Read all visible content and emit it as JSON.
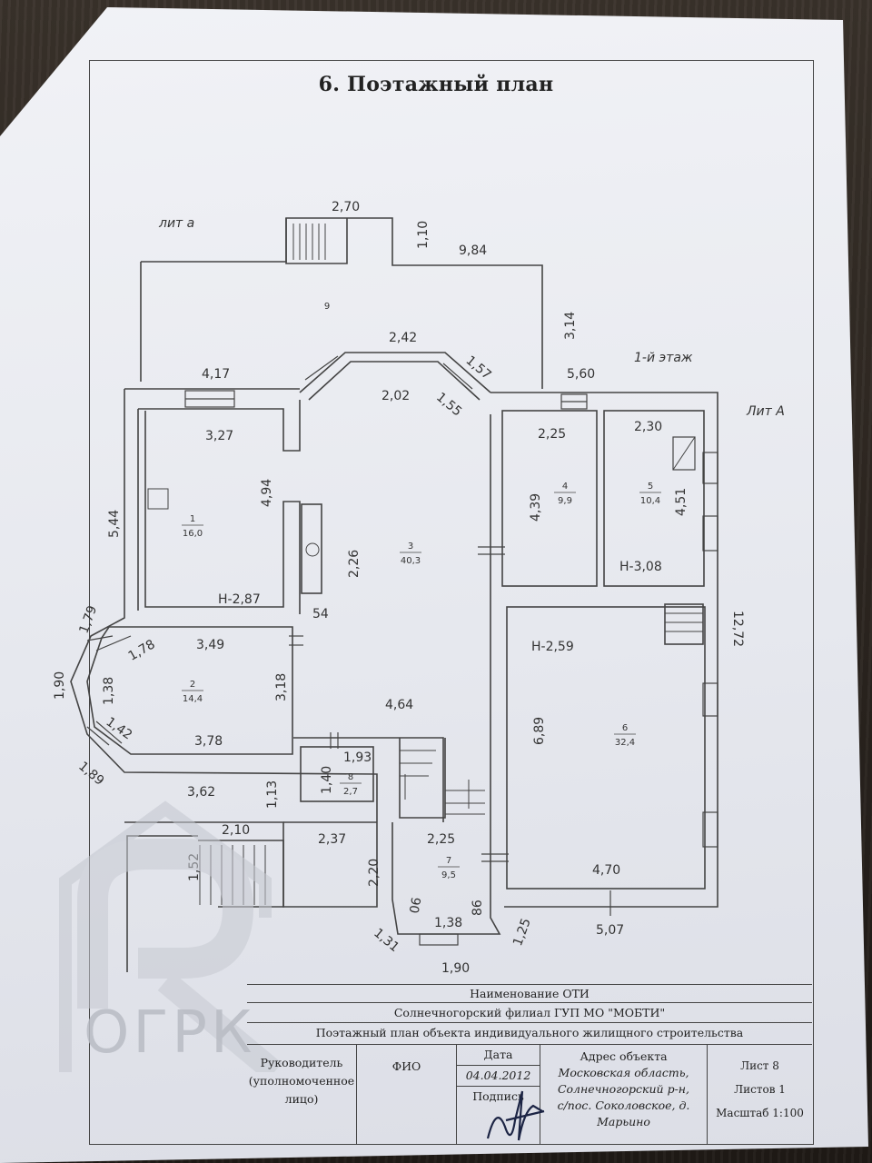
{
  "document": {
    "title": "6. Поэтажный план"
  },
  "plan": {
    "labels": {
      "lit_a_small": "лит а",
      "floor": "1-й этаж",
      "lit_a_big": "Лит А"
    },
    "dimensions": {
      "d270": "2,70",
      "d110": "1,10",
      "d984": "9,84",
      "d314": "3,14",
      "d242": "2,42",
      "d157": "1,57",
      "d417": "4,17",
      "d202": "2,02",
      "d155": "1,55",
      "d560": "5,60",
      "d327": "3,27",
      "d494": "4,94",
      "d544": "5,44",
      "d226": "2,26",
      "d287": "Н-2,87",
      "d54": "54",
      "d225a": "2,25",
      "d230": "2,30",
      "d439": "4,39",
      "d451": "4,51",
      "d308": "Н-3,08",
      "d1272": "12,72",
      "d179": "1,79",
      "d178": "1,78",
      "d349": "3,49",
      "d259": "Н-2,59",
      "d190a": "1,90",
      "d138a": "1,38",
      "d318": "3,18",
      "d464": "4,64",
      "d689": "6,89",
      "d142": "1,42",
      "d378": "3,78",
      "d193": "1,93",
      "d140": "1,40",
      "d189": "1,89",
      "d362": "3,62",
      "d113": "1,13",
      "d210": "2,10",
      "d237": "2,37",
      "d225b": "2,25",
      "d152": "1,52",
      "d220": "2,20",
      "d470": "4,70",
      "d90": "90",
      "d86": "86",
      "d138b": "1,38",
      "d507": "5,07",
      "d131": "1,31",
      "d125": "1,25",
      "d190b": "1,90"
    },
    "rooms": [
      {
        "no": "1",
        "area": "16,0"
      },
      {
        "no": "2",
        "area": "14,4"
      },
      {
        "no": "3",
        "area": "40,3"
      },
      {
        "no": "4",
        "area": "9,9"
      },
      {
        "no": "5",
        "area": "10,4"
      },
      {
        "no": "6",
        "area": "32,4"
      },
      {
        "no": "7",
        "area": "9,5"
      },
      {
        "no": "8",
        "area": "2,7"
      },
      {
        "no": "9",
        "area": ""
      }
    ]
  },
  "stamp": {
    "oti_label": "Наименование ОТИ",
    "branch": "Солнечногорский филиал ГУП МО \"МОБТИ\"",
    "description": "Поэтажный план объекта индивидуального жилищного строительства",
    "head_label_1": "Руководитель",
    "head_label_2": "(уполномоченное",
    "head_label_3": "лицо)",
    "fio_label": "ФИО",
    "date_label": "Дата",
    "date_value": "04.04.2012",
    "sign_label": "Подпись",
    "address_label": "Адрес объекта",
    "address_1": "Московская область,",
    "address_2": "Солнечногорский р-н,",
    "address_3": "с/пос. Соколовское, д.",
    "address_4": "Марьино",
    "sheet": "Лист 8",
    "sheets": "Листов 1",
    "scale": "Масштаб 1:100"
  },
  "watermark": {
    "text": "ОГРК"
  }
}
